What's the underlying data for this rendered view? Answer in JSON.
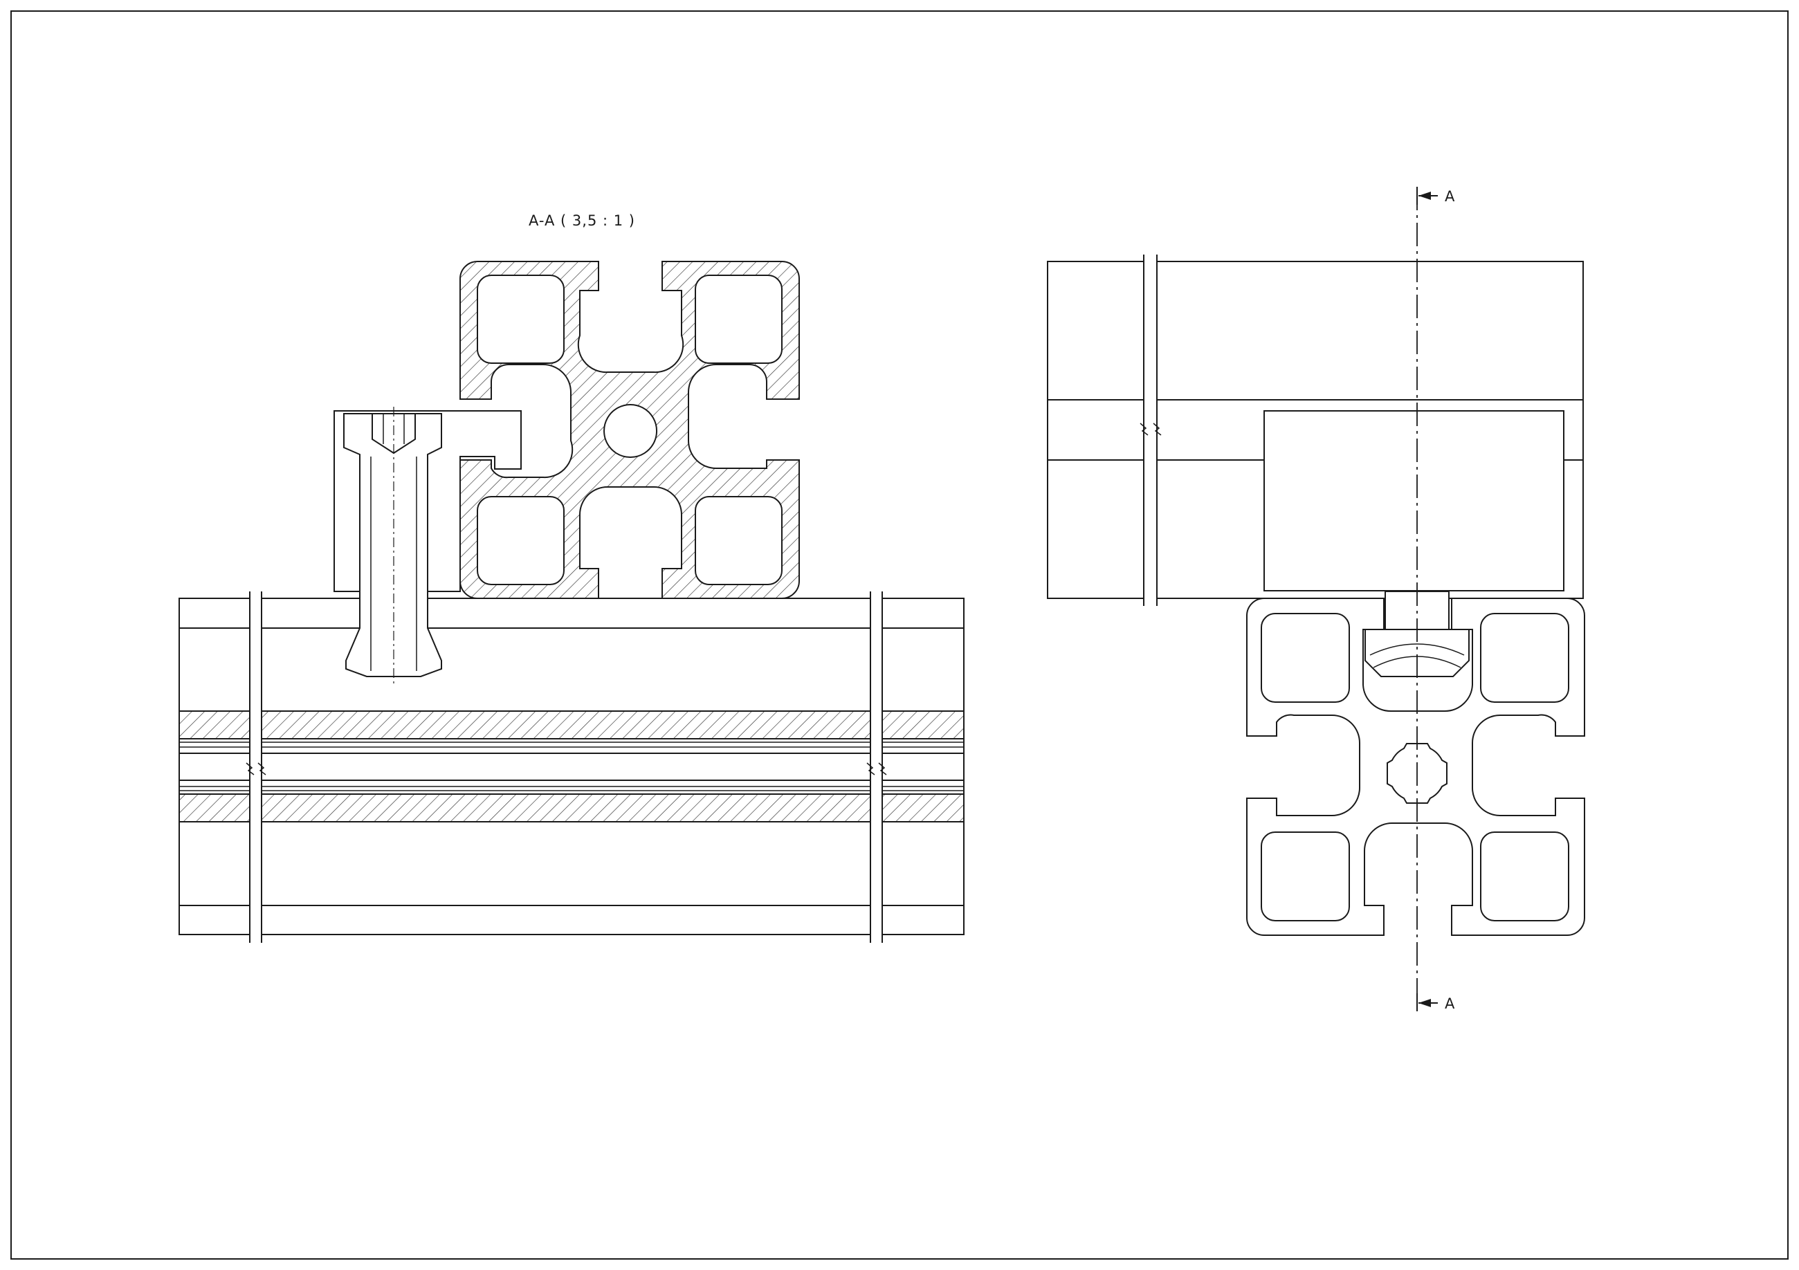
{
  "labels": {
    "section_title": "A-A ( 3,5 : 1 )",
    "section_mark_top": "A",
    "section_mark_bottom": "A"
  }
}
